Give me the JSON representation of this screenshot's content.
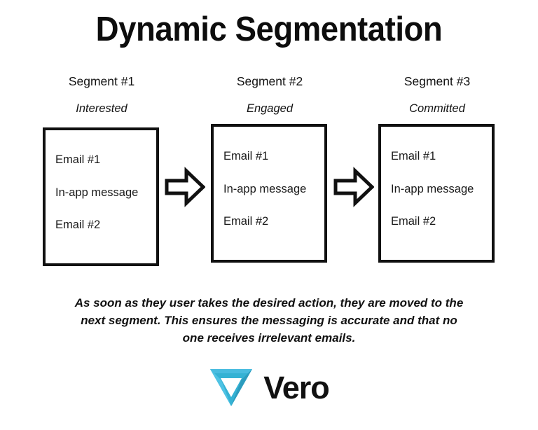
{
  "page": {
    "title": "Dynamic Segmentation",
    "background_color": "#ffffff",
    "text_color": "#111111"
  },
  "flow": {
    "segments": [
      {
        "title": "Segment #1",
        "subtitle": "Interested",
        "items": [
          "Email #1",
          "In-app message",
          "Email #2"
        ]
      },
      {
        "title": "Segment #2",
        "subtitle": "Engaged",
        "items": [
          "Email #1",
          "In-app message",
          "Email #2"
        ]
      },
      {
        "title": "Segment #3",
        "subtitle": "Committed",
        "items": [
          "Email #1",
          "In-app message",
          "Email #2"
        ]
      }
    ],
    "arrows": [
      {
        "icon": "arrow-right-icon",
        "direction": "right"
      },
      {
        "icon": "arrow-right-icon",
        "direction": "right"
      }
    ]
  },
  "caption": {
    "text": "As soon as they user takes the desired action, they are moved to the next segment. This ensures the messaging is accurate and that no one receives irrelevant emails."
  },
  "logo": {
    "mark_name": "vero-triangle-logo",
    "wordmark": "Vero",
    "colors": {
      "light": "#4FC3E4",
      "mid": "#35B2D4",
      "dark": "#2C9CBE",
      "wordmark": "#111111"
    }
  }
}
